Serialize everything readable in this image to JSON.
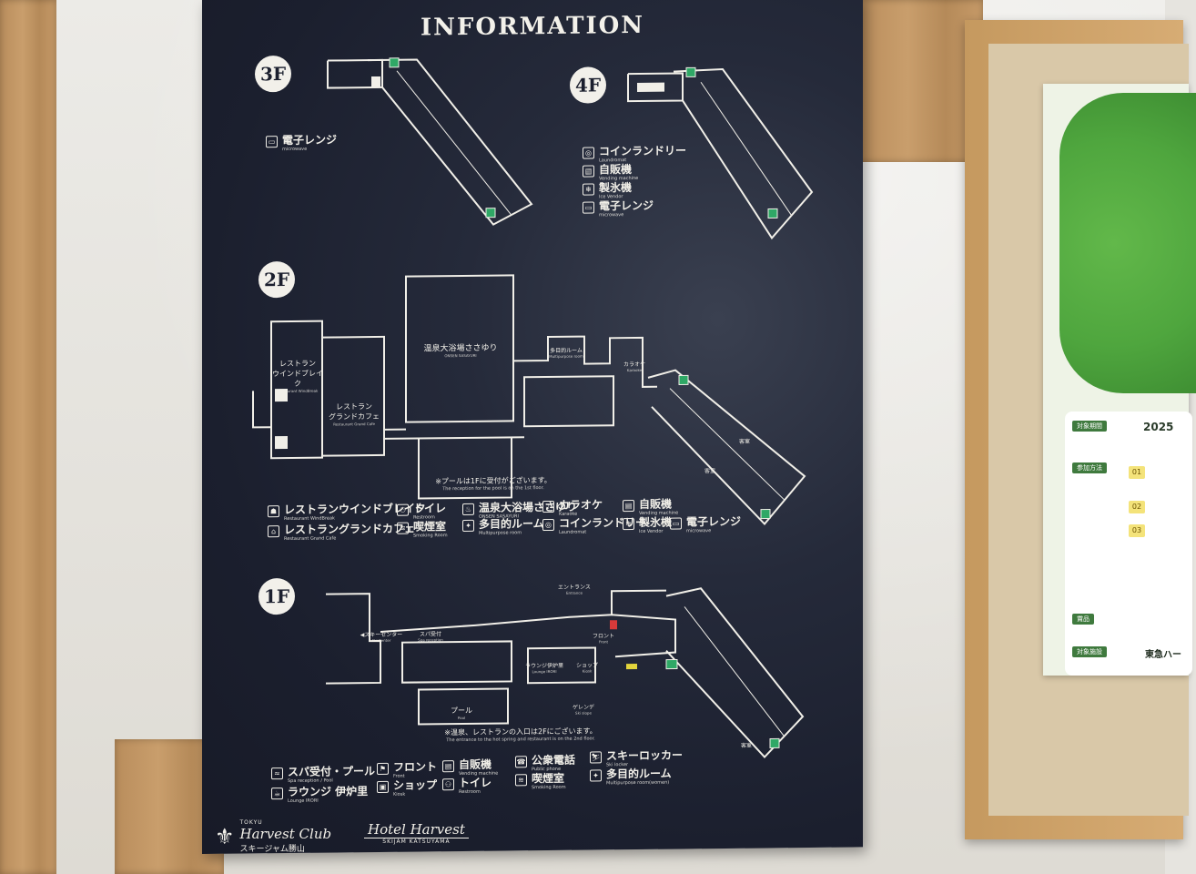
{
  "board": {
    "title": "INFORMATION",
    "floors": {
      "f3": {
        "badge": "3F"
      },
      "f4": {
        "badge": "4F"
      },
      "f2": {
        "badge": "2F"
      },
      "f1": {
        "badge": "1F"
      }
    }
  },
  "legend_3f": [
    {
      "ja": "電子レンジ",
      "en": "microwave",
      "icon": "microwave-icon",
      "glyph": "▭"
    }
  ],
  "legend_4f": [
    {
      "ja": "コインランドリー",
      "en": "Laundromat",
      "icon": "laundry-icon",
      "glyph": "◎"
    },
    {
      "ja": "自販機",
      "en": "Vending machine",
      "icon": "vending-machine-icon",
      "glyph": "▤"
    },
    {
      "ja": "製氷機",
      "en": "Ice Vendor",
      "icon": "ice-vendor-icon",
      "glyph": "❄"
    },
    {
      "ja": "電子レンジ",
      "en": "microwave",
      "icon": "microwave-icon",
      "glyph": "▭"
    }
  ],
  "plan_2f": {
    "restaurant_windbreak": {
      "ja": "レストラン\nウインドブレイク",
      "en": "Restaurant WindBreak"
    },
    "restaurant_grandcafe": {
      "ja": "レストラン\nグランドカフェ",
      "en": "Restaurant Grand Cafe"
    },
    "onsen": {
      "ja": "温泉大浴場ささゆり",
      "en": "ONSEN SASAYURI"
    },
    "multipurpose": {
      "ja": "多目的ルーム",
      "en": "Multipurpose room"
    },
    "karaoke": {
      "ja": "カラオケ",
      "en": "Karaoke"
    },
    "room_label_a": "客室",
    "room_label_b": "客室",
    "note_ja": "※プールは1Fに受付がございます。",
    "note_en": "The reception for the pool is on the 1st floor."
  },
  "legend_2f": [
    {
      "ja": "レストランウインドブレイク",
      "en": "Restaurant WindBreak",
      "icon": "restaurant-icon",
      "glyph": "☗"
    },
    {
      "ja": "レストラングランドカフェ",
      "en": "Restaurant Grand Cafe",
      "icon": "cafe-icon",
      "glyph": "⌂"
    },
    {
      "ja": "トイレ",
      "en": "Restroom",
      "icon": "restroom-icon",
      "glyph": "⚇"
    },
    {
      "ja": "喫煙室",
      "en": "Smoking Room",
      "icon": "smoking-room-icon",
      "glyph": "≋"
    },
    {
      "ja": "温泉大浴場ささゆり",
      "en": "ONSEN SASAYURI",
      "icon": "onsen-icon",
      "glyph": "♨"
    },
    {
      "ja": "多目的ルーム",
      "en": "Multipurpose room",
      "icon": "multipurpose-room-icon",
      "glyph": "✦"
    },
    {
      "ja": "カラオケ",
      "en": "Karaoke",
      "icon": "karaoke-icon",
      "glyph": "♪"
    },
    {
      "ja": "コインランドリー",
      "en": "Laundromat",
      "icon": "laundry-icon",
      "glyph": "◎"
    },
    {
      "ja": "自販機",
      "en": "Vending machine",
      "icon": "vending-machine-icon",
      "glyph": "▤"
    },
    {
      "ja": "製氷機",
      "en": "Ice Vendor",
      "icon": "ice-vendor-icon",
      "glyph": "❄"
    },
    {
      "ja": "電子レンジ",
      "en": "microwave",
      "icon": "microwave-icon",
      "glyph": "▭"
    }
  ],
  "plan_1f": {
    "entrance": {
      "ja": "エントランス",
      "en": "Entrance"
    },
    "ski_center": {
      "ja": "◀スキーセンター",
      "en": "Ski Center"
    },
    "spa_reception": {
      "ja": "スパ受付",
      "en": "Spa reception"
    },
    "lounge": {
      "ja": "ラウンジ伊炉里",
      "en": "Lounge IRORI"
    },
    "shop": {
      "ja": "ショップ",
      "en": "Kiosk"
    },
    "front": {
      "ja": "フロント",
      "en": "Front"
    },
    "pool": {
      "ja": "プール",
      "en": "Pool"
    },
    "slope": {
      "ja": "ゲレンデ",
      "en": "Ski slope"
    },
    "room_label": "客室",
    "note_ja": "※温泉、レストランの入口は2Fにございます。",
    "note_en": "The entrance to the hot spring and restaurant is on the 2nd floor."
  },
  "legend_1f": [
    {
      "ja": "スパ受付・プール",
      "en": "Spa reception / Pool",
      "icon": "spa-pool-icon",
      "glyph": "≈"
    },
    {
      "ja": "ラウンジ 伊炉里",
      "en": "Lounge IRORI",
      "icon": "lounge-icon",
      "glyph": "☕"
    },
    {
      "ja": "フロント",
      "en": "Front",
      "icon": "front-desk-icon",
      "glyph": "⚑"
    },
    {
      "ja": "ショップ",
      "en": "Kiosk",
      "icon": "shop-icon",
      "glyph": "▣"
    },
    {
      "ja": "自販機",
      "en": "Vending machine",
      "icon": "vending-machine-icon",
      "glyph": "▤"
    },
    {
      "ja": "トイレ",
      "en": "Restroom",
      "icon": "restroom-icon",
      "glyph": "⚇"
    },
    {
      "ja": "公衆電話",
      "en": "Public phone",
      "icon": "public-phone-icon",
      "glyph": "☎"
    },
    {
      "ja": "喫煙室",
      "en": "Smoking Room",
      "icon": "smoking-room-icon",
      "glyph": "≋"
    },
    {
      "ja": "スキーロッカー",
      "en": "Ski locker",
      "icon": "ski-locker-icon",
      "glyph": "⛷"
    },
    {
      "ja": "多目的ルーム",
      "en": "Multipurpose room(women)",
      "icon": "multipurpose-room-icon",
      "glyph": "✦"
    }
  ],
  "logos": {
    "harvest_small": "TOKYU",
    "harvest_big": "Harvest Club",
    "harvest_sub": "スキージャム勝山",
    "hotel_script": "Hotel Harvest",
    "hotel_sub": "SKIJAM KATSUYAMA"
  },
  "poster": {
    "year": "2025",
    "row1": "対象期間",
    "row2": "参加方法",
    "step1": "01",
    "step2": "02",
    "step3": "03",
    "row3": "賞品",
    "row4": "対象施設",
    "footer": "東急ハー"
  },
  "colors": {
    "board": "#1b1f2e",
    "line": "#f1efe8",
    "exit_green": "#2fa866",
    "wood": "#c49a66"
  }
}
